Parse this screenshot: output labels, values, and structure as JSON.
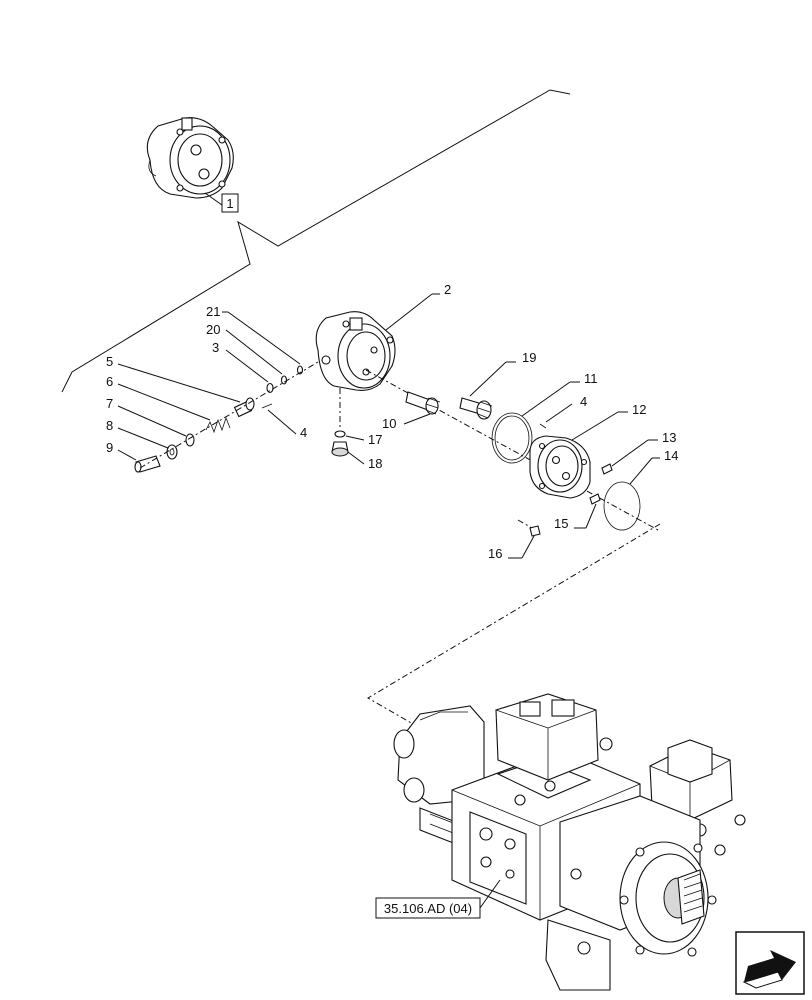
{
  "callouts": {
    "c1": "1",
    "c2": "2",
    "c3": "3",
    "c4a": "4",
    "c4b": "4",
    "c5": "5",
    "c6": "6",
    "c7": "7",
    "c8": "8",
    "c9": "9",
    "c10": "10",
    "c11": "11",
    "c12": "12",
    "c13": "13",
    "c14": "14",
    "c15": "15",
    "c16": "16",
    "c17": "17",
    "c18": "18",
    "c19": "19",
    "c20": "20",
    "c21": "21"
  },
  "reference": {
    "label": "35.106.AD (04)"
  },
  "nav": {
    "icon": "arrow-next-icon"
  }
}
